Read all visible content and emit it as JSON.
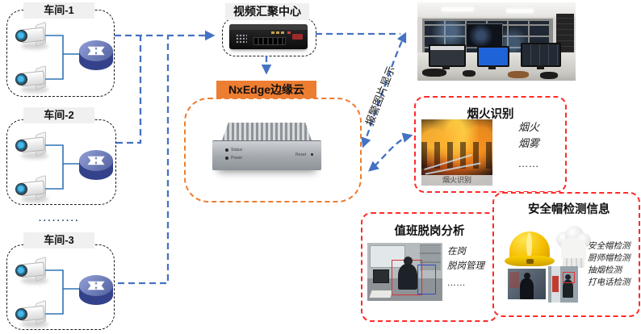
{
  "colors": {
    "line_blue": "#4472C4",
    "edge_orange": "#ED7D31",
    "alert_red": "#FF2A2A"
  },
  "workshops": {
    "labels": [
      "车间-1",
      "车间-2",
      "车间-3"
    ],
    "ellipsis": "·········"
  },
  "hub": {
    "title": "视频汇聚中心"
  },
  "edge_cloud": {
    "title": "NxEdge边缘云",
    "device": {
      "status": "Status",
      "power": "Power",
      "reset": "Reset"
    }
  },
  "flows": {
    "alarm_display": "报警图片显示"
  },
  "fire_box": {
    "title": "烟火识别",
    "caption": "烟火识别",
    "items": [
      "烟火",
      "烟雾",
      "……"
    ]
  },
  "duty_box": {
    "title": "值班脱岗分析",
    "items": [
      "在岗",
      "脱岗管理",
      "……"
    ]
  },
  "helmet_box": {
    "title": "安全帽检测信息",
    "items": [
      "安全帽检测",
      "厨师帽检测",
      "抽烟检测",
      "打电话检测"
    ]
  }
}
